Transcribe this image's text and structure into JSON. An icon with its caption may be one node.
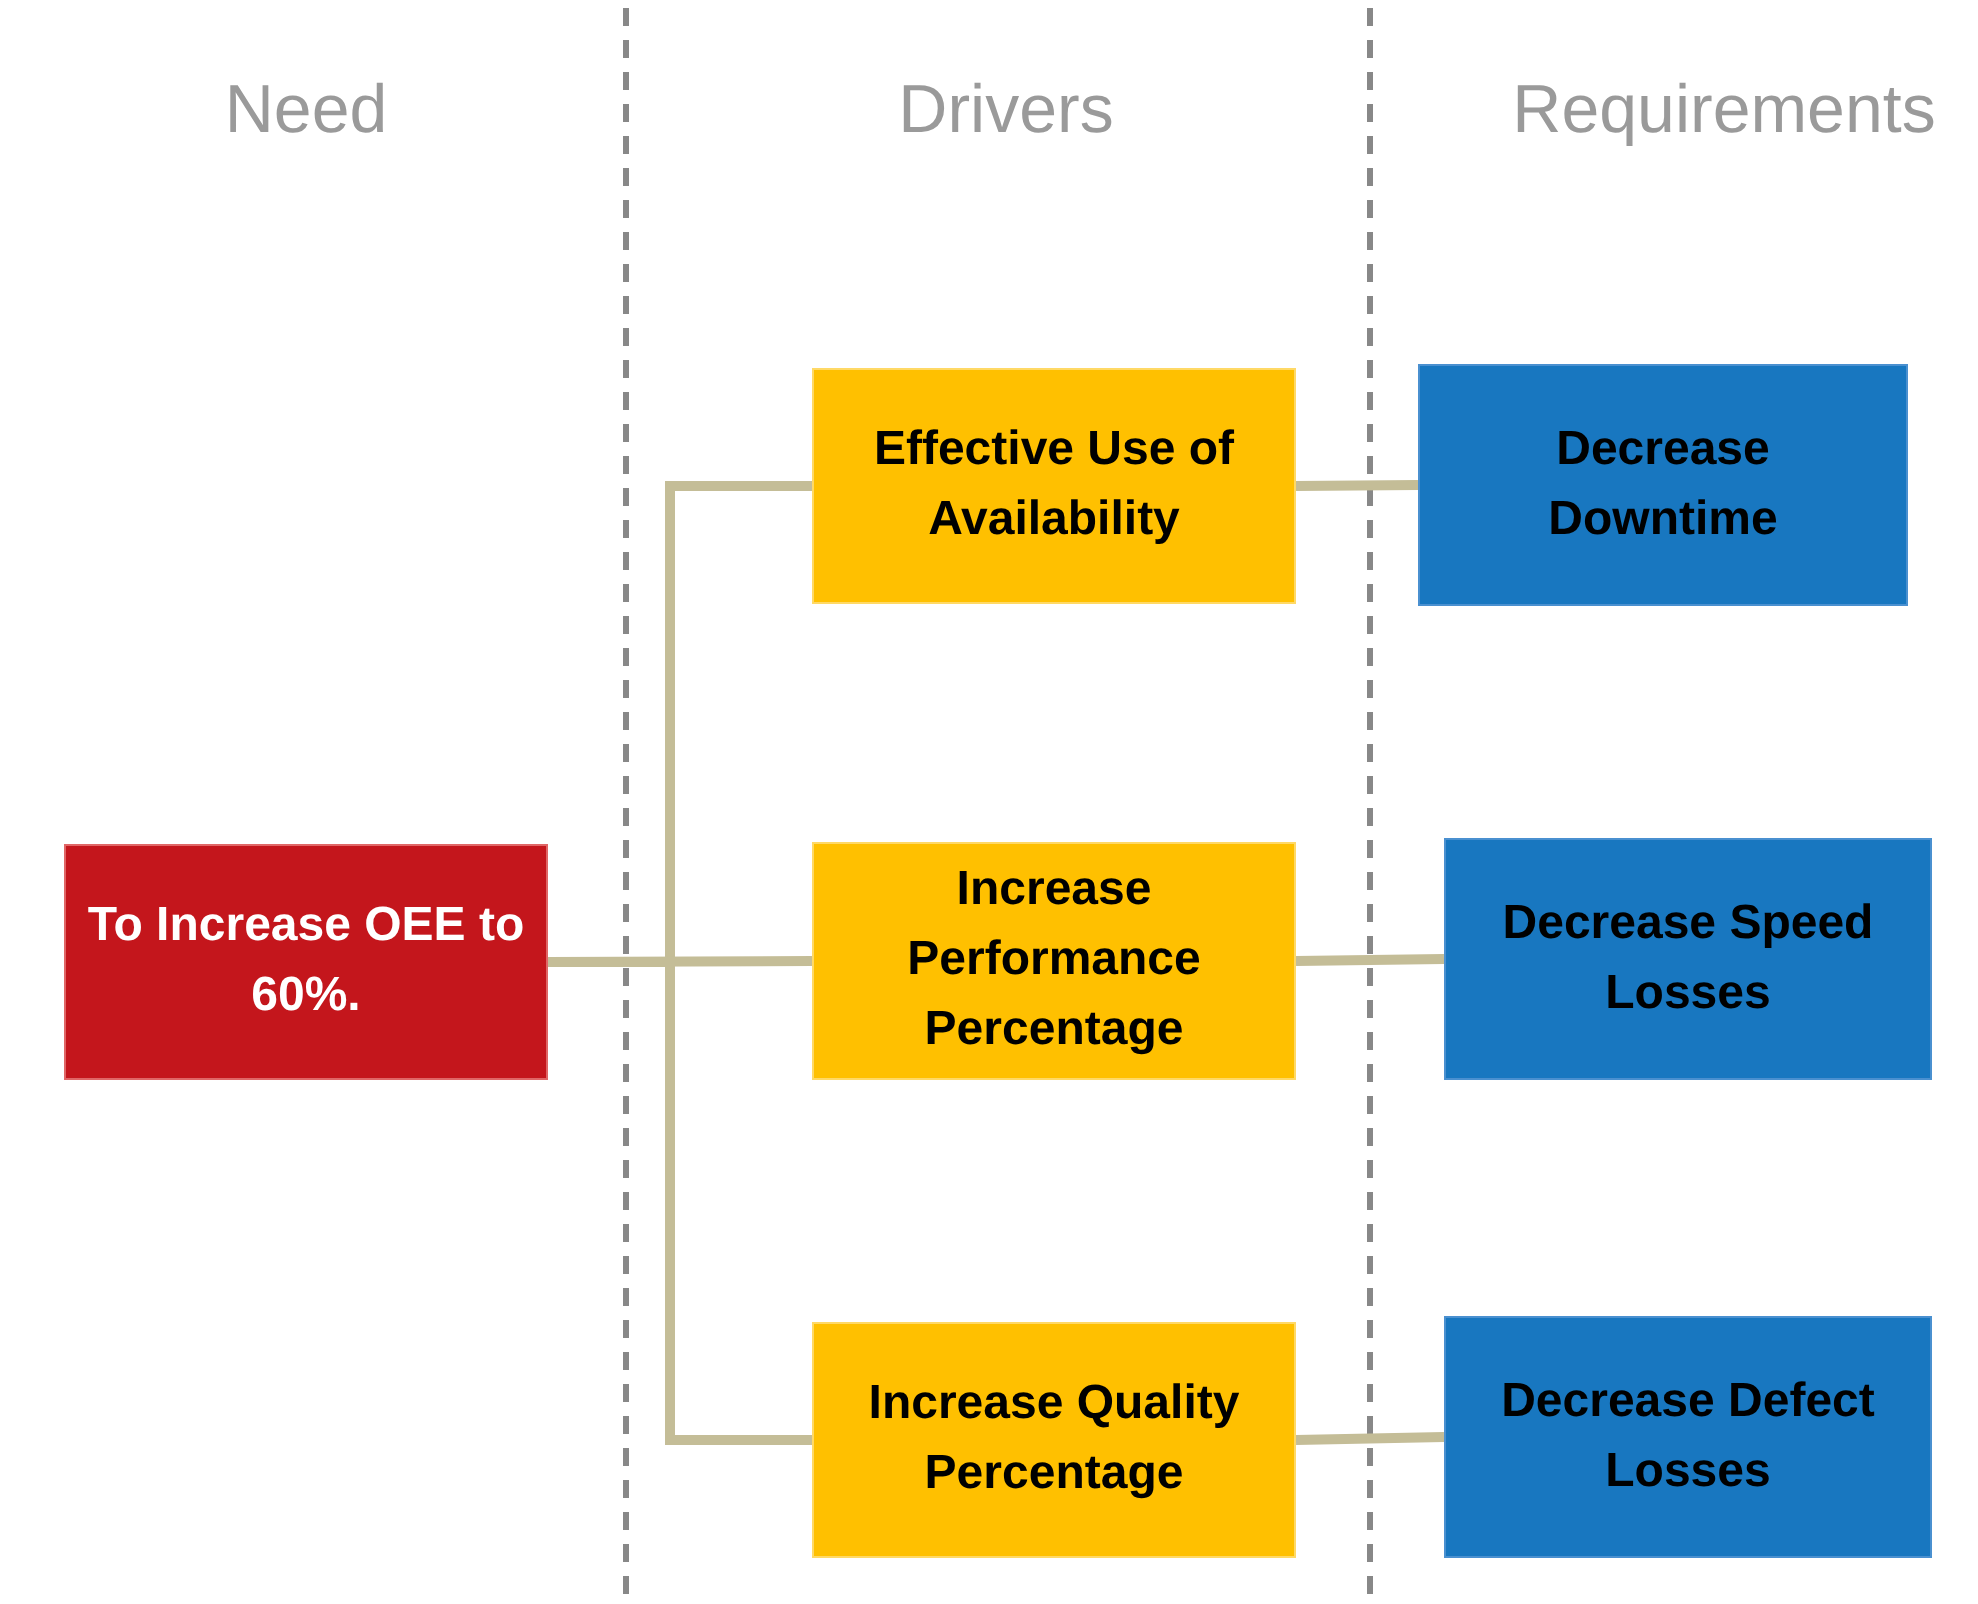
{
  "diagram": {
    "nodes": [
      {
        "text": [
          "To Increase OEE to 60%."
        ]
      },
      {
        "text": [
          "Effective Use of Availability"
        ]
      },
      {
        "text": [
          "Increase Performance Percentage"
        ]
      },
      {
        "text": [
          "Increase Quality Percentage"
        ]
      },
      {
        "text": [
          "Decrease Downtime"
        ]
      },
      {
        "text": [
          "Decrease Speed Losses"
        ]
      },
      {
        "text": [
          "Decrease Defect Losses"
        ]
      }
    ],
    "edges": [
      {
        "from": 0,
        "to": 1,
        "arrow": "none"
      },
      {
        "from": 0,
        "to": 2,
        "arrow": "none"
      },
      {
        "from": 0,
        "to": 3,
        "arrow": "none"
      },
      {
        "from": 1,
        "to": 4,
        "arrow": "none"
      },
      {
        "from": 2,
        "to": 5,
        "arrow": "none"
      },
      {
        "from": 3,
        "to": 6,
        "arrow": "none"
      }
    ],
    "labels": [
      "Need",
      "Drivers",
      "Requirements"
    ]
  }
}
